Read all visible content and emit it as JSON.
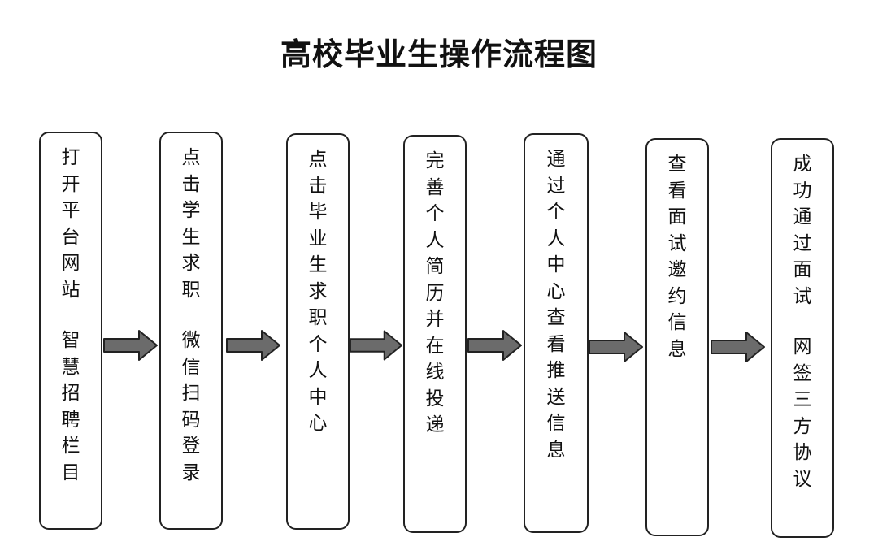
{
  "title": "高校毕业生操作流程图",
  "steps": [
    {
      "lines": [
        "打开平台网站",
        "智慧招聘栏目"
      ]
    },
    {
      "lines": [
        "点击学生求职",
        "微信扫码登录"
      ]
    },
    {
      "lines": [
        "点击毕业生求职个人中心"
      ]
    },
    {
      "lines": [
        "完善个人简历并在线投递"
      ]
    },
    {
      "lines": [
        "通过个人中心查看推送信息"
      ]
    },
    {
      "lines": [
        "查看面试邀约信息"
      ]
    },
    {
      "lines": [
        "成功通过面试",
        "网签三方协议"
      ]
    }
  ],
  "colors": {
    "stroke": "#222222",
    "arrow_fill": "#6b6b6b"
  }
}
